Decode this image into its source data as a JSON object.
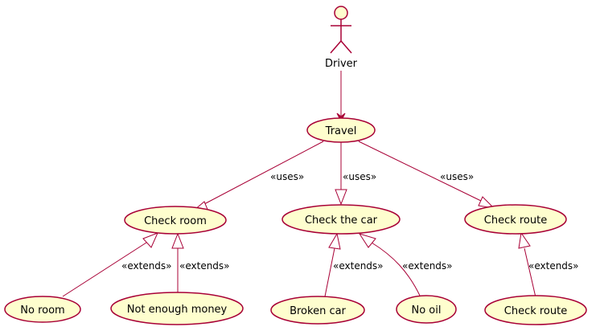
{
  "diagram": {
    "actor": {
      "label": "Driver"
    },
    "use_cases": {
      "travel": "Travel",
      "check_room": "Check room",
      "check_car": "Check the car",
      "check_route": "Check route",
      "no_room": "No room",
      "not_enough_money": "Not enough money",
      "broken_car": "Broken car",
      "no_oil": "No oil",
      "check_route_leaf": "Check route"
    },
    "edges": {
      "uses_room": "«uses»",
      "uses_car": "«uses»",
      "uses_route": "«uses»",
      "ext_no_room": "«extends»",
      "ext_money": "«extends»",
      "ext_broken": "«extends»",
      "ext_oil": "«extends»",
      "ext_route": "«extends»"
    },
    "colors": {
      "usecase_fill": "#FEFECE",
      "border": "#A80036",
      "text": "#000000"
    }
  }
}
